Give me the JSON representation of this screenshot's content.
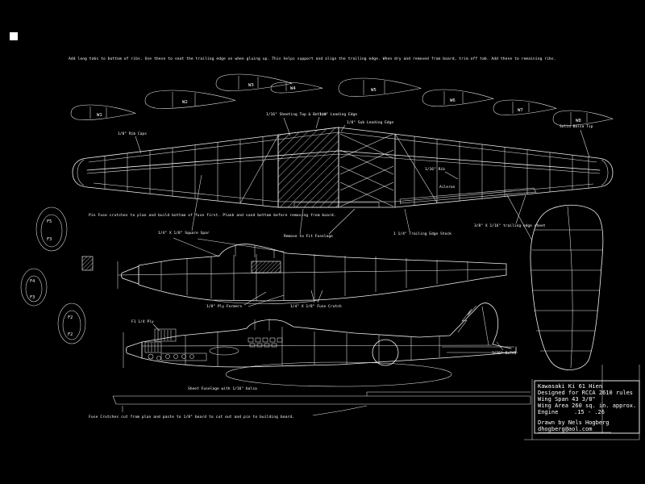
{
  "colors": {
    "background": "#000000",
    "line": "#ffffff"
  },
  "notes": {
    "top": "Add long tabs to bottom of ribs.  Use these to seat the trailing edge on when gluing up.  This helps support and align the trailing edge.  When dry and removed from board, trim off tab.  Add these to remaining ribs.",
    "pin_fuse": "Pin Fuse crutches to plan and build bottom of fuse first.  Plank and sand bottom before removing from board.",
    "bottom": "Fuse Crutches cut from plan and paste to 1/8\" board to cut out and pin to building board."
  },
  "wing": {
    "rib_caps": "1/8\" Rib Caps",
    "sheeting": "1/16\" Sheeting Top & Bottom",
    "leading_edge": "1/4\" Leading Edge",
    "sub_leading_edge": "1/8\" Sub Leading Edge",
    "solid_tip": "Solid Balsa Tip",
    "rib": "1/16\" Rib",
    "aileron": "Aileron",
    "te_sheet": "3/8\" X 1/16\" trailing edge sheet",
    "te_stock": "1 1/4\" Trailing Edge Stock",
    "remove_fit": "Remove to Fit Fuselage",
    "square_spar": "1/4\" X 1/8\" Square Spar"
  },
  "fuselage": {
    "ply_formers": "1/8\" Ply Formers",
    "fuse_crutch": "1/4\" X 1/8\" Fuse Crutch",
    "f1_ply": "F1 1/4 Ply",
    "sheet_fuse": "Sheet Fuselage with 1/16\" balsa",
    "tail_balsa": "3/16\" Balsa"
  },
  "rib_templates": [
    "W1",
    "W2",
    "W3",
    "W4",
    "W5",
    "W6",
    "W7",
    "W8"
  ],
  "formers": [
    "F5",
    "F3",
    "F4",
    "F3",
    "F2",
    "F2"
  ],
  "title_block": {
    "model": "Kawasaki Ki 61 Hien",
    "designed": "Designed for RCCA 2610 rules",
    "wingspan": "Wing Span 43 3/8\"",
    "wingarea": "Wing Area 260 sq. in. approx.",
    "engine_label": "Engine",
    "engine_value": ".15 - .26",
    "drawn_by": "Drawn by Nels Hogberg",
    "email": "dhogberg@aol.com"
  }
}
